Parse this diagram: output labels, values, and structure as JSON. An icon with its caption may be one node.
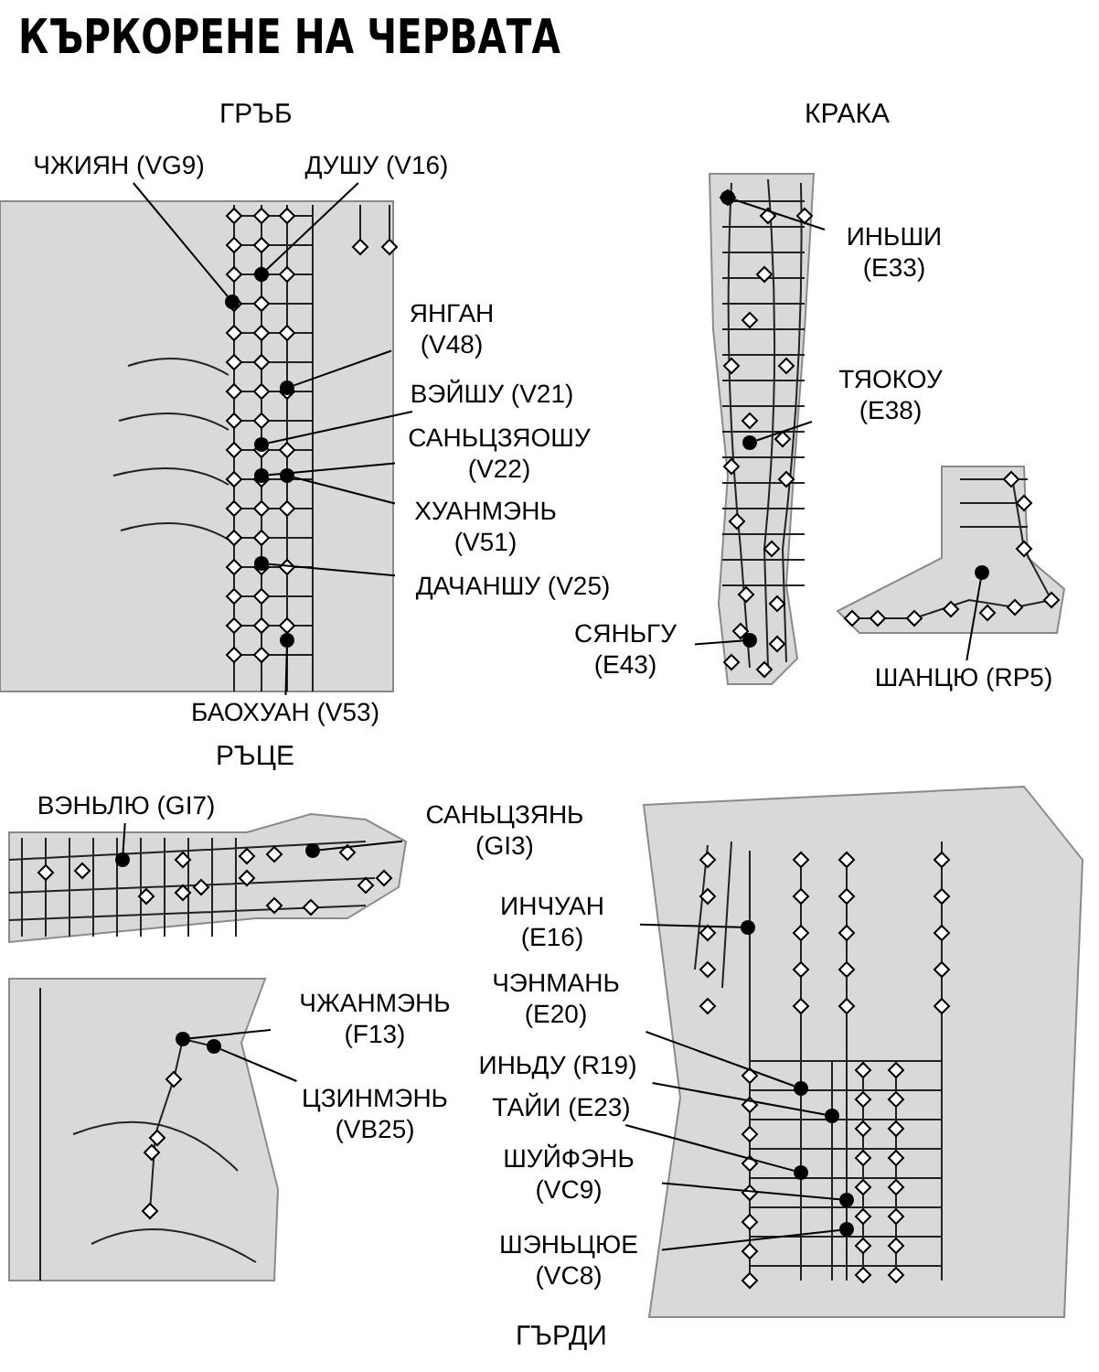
{
  "diagram": {
    "title": "КЪРКОРЕНЕ НА ЧЕРВАТА",
    "nodes": [
      {
        "text": [
          "ЧЖИЯН (VG9)"
        ]
      },
      {
        "text": [],
        "shape": "circle"
      },
      {
        "text": [
          "ДУШУ (V16)"
        ]
      },
      {
        "text": [],
        "shape": "circle"
      },
      {
        "text": [
          "ЯНГАН (V48)"
        ]
      },
      {
        "text": [],
        "shape": "circle"
      },
      {
        "text": [
          "ВЭЙШУ (V21)"
        ]
      },
      {
        "text": [],
        "shape": "circle"
      },
      {
        "text": [
          "САНЬЦЗЯОШУ (V22)"
        ]
      },
      {
        "text": [],
        "shape": "circle"
      },
      {
        "text": [
          "ХУАНМЭНЬ (V51)"
        ]
      },
      {
        "text": [],
        "shape": "circle"
      },
      {
        "text": [
          "ДАЧАНШУ (V25)"
        ]
      },
      {
        "text": [],
        "shape": "circle"
      },
      {
        "text": [
          "БАОХУАН (V53)"
        ]
      },
      {
        "text": [],
        "shape": "circle"
      },
      {
        "text": [
          "ИНЬШИ (E33)"
        ]
      },
      {
        "text": [],
        "shape": "circle"
      },
      {
        "text": [
          "ТЯОКОУ (E38)"
        ]
      },
      {
        "text": [],
        "shape": "circle"
      },
      {
        "text": [
          "СЯНЬГУ (E43)"
        ]
      },
      {
        "text": [],
        "shape": "circle"
      },
      {
        "text": [
          "ШАНЦЮ (RP5)"
        ]
      },
      {
        "text": [],
        "shape": "circle"
      },
      {
        "text": [
          "ВЭНЬЛЮ (GI7)"
        ]
      },
      {
        "text": [],
        "shape": "circle"
      },
      {
        "text": [
          "САНЬЦЗЯНЬ (GI3)"
        ]
      },
      {
        "text": [],
        "shape": "circle"
      },
      {
        "text": [
          "ЧЖАНМЭНЬ (F13)"
        ]
      },
      {
        "text": [],
        "shape": "circle"
      },
      {
        "text": [
          "ЦЗИНМЭНЬ (VB25)"
        ]
      },
      {
        "text": [],
        "shape": "circle"
      },
      {
        "text": [
          "ИНЧУАН (E16)"
        ]
      },
      {
        "text": [],
        "shape": "circle"
      },
      {
        "text": [
          "ЧЭНМАНЬ (E20)"
        ]
      },
      {
        "text": [],
        "shape": "circle"
      },
      {
        "text": [
          "ИНЬДУ (R19)"
        ]
      },
      {
        "text": [],
        "shape": "circle"
      },
      {
        "text": [
          "ТАЙИ (E23)"
        ]
      },
      {
        "text": [],
        "shape": "circle"
      },
      {
        "text": [
          "ШУЙФЭНЬ (VC9)"
        ]
      },
      {
        "text": [],
        "shape": "circle"
      },
      {
        "text": [
          "ШЭНЬЦЮЕ (VC8)"
        ]
      },
      {
        "text": [],
        "shape": "circle"
      }
    ],
    "edges": [
      {
        "from": 0,
        "to": 1,
        "arrow": "none"
      },
      {
        "from": 2,
        "to": 3,
        "arrow": "none"
      },
      {
        "from": 4,
        "to": 5,
        "arrow": "none"
      },
      {
        "from": 6,
        "to": 7,
        "arrow": "none"
      },
      {
        "from": 8,
        "to": 9,
        "arrow": "none"
      },
      {
        "from": 10,
        "to": 11,
        "arrow": "none"
      },
      {
        "from": 12,
        "to": 13,
        "arrow": "none"
      },
      {
        "from": 14,
        "to": 15,
        "arrow": "none"
      },
      {
        "from": 16,
        "to": 17,
        "arrow": "none"
      },
      {
        "from": 18,
        "to": 19,
        "arrow": "none"
      },
      {
        "from": 20,
        "to": 21,
        "arrow": "none"
      },
      {
        "from": 22,
        "to": 23,
        "arrow": "none"
      },
      {
        "from": 24,
        "to": 25,
        "arrow": "none"
      },
      {
        "from": 26,
        "to": 27,
        "arrow": "none"
      },
      {
        "from": 28,
        "to": 29,
        "arrow": "none"
      },
      {
        "from": 30,
        "to": 31,
        "arrow": "none"
      },
      {
        "from": 32,
        "to": 33,
        "arrow": "none"
      },
      {
        "from": 34,
        "to": 35,
        "arrow": "none"
      },
      {
        "from": 36,
        "to": 37,
        "arrow": "none"
      },
      {
        "from": 38,
        "to": 39,
        "arrow": "none"
      },
      {
        "from": 40,
        "to": 41,
        "arrow": "none"
      },
      {
        "from": 42,
        "to": 43,
        "arrow": "none"
      }
    ],
    "labels": [
      "ГРЪБ",
      "КРАКА",
      "РЪЦЕ",
      "ГЪРДИ"
    ]
  }
}
